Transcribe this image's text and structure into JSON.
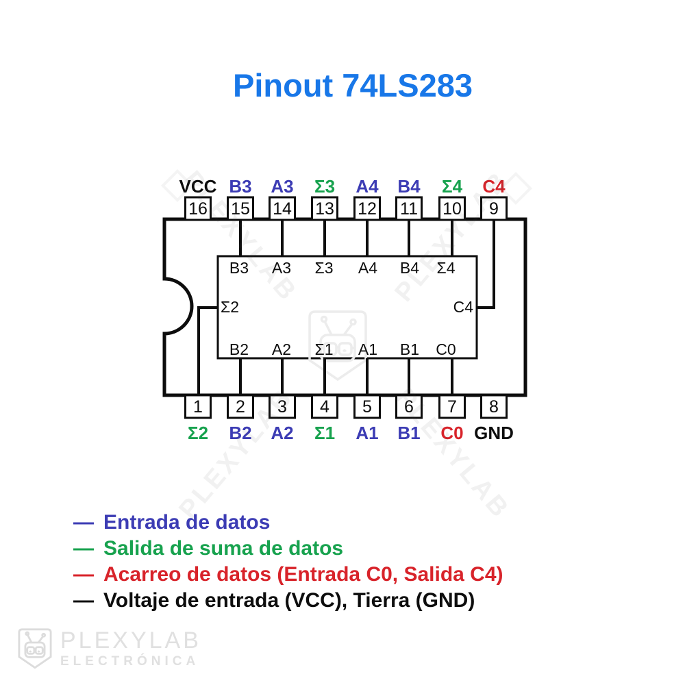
{
  "title": {
    "text": "Pinout 74LS283",
    "css": "color:#1877e8"
  },
  "colors": {
    "title_blue": "#1877e8",
    "input_blue": "#3c3cb4",
    "sum_green": "#17a24e",
    "carry_red": "#d8232a",
    "power_black": "#0d0d0d"
  },
  "chip": {
    "top_pins": [
      {
        "num": "16",
        "label": "VCC",
        "color": "#0d0d0d"
      },
      {
        "num": "15",
        "label": "B3",
        "color": "#3c3cb4"
      },
      {
        "num": "14",
        "label": "A3",
        "color": "#3c3cb4"
      },
      {
        "num": "13",
        "label": "Σ3",
        "color": "#17a24e"
      },
      {
        "num": "12",
        "label": "A4",
        "color": "#3c3cb4"
      },
      {
        "num": "11",
        "label": "B4",
        "color": "#3c3cb4"
      },
      {
        "num": "10",
        "label": "Σ4",
        "color": "#17a24e"
      },
      {
        "num": "9",
        "label": "C4",
        "color": "#d8232a"
      }
    ],
    "bottom_pins": [
      {
        "num": "1",
        "label": "Σ2",
        "color": "#17a24e"
      },
      {
        "num": "2",
        "label": "B2",
        "color": "#3c3cb4"
      },
      {
        "num": "3",
        "label": "A2",
        "color": "#3c3cb4"
      },
      {
        "num": "4",
        "label": "Σ1",
        "color": "#17a24e"
      },
      {
        "num": "5",
        "label": "A1",
        "color": "#3c3cb4"
      },
      {
        "num": "6",
        "label": "B1",
        "color": "#3c3cb4"
      },
      {
        "num": "7",
        "label": "C0",
        "color": "#d8232a"
      },
      {
        "num": "8",
        "label": "GND",
        "color": "#0d0d0d"
      }
    ],
    "inner_top": [
      "B3",
      "A3",
      "Σ3",
      "A4",
      "B4",
      "Σ4"
    ],
    "inner_bottom": [
      "B2",
      "A2",
      "Σ1",
      "A1",
      "B1",
      "C0"
    ],
    "inner_left": "Σ2",
    "inner_right": "C4"
  },
  "legend": [
    {
      "dash": "—",
      "text": "Entrada de datos",
      "css": "color:#3c3cb4"
    },
    {
      "dash": "—",
      "text": "Salida de suma de datos",
      "css": "color:#17a24e"
    },
    {
      "dash": "—",
      "text": "Acarreo de datos (Entrada C0, Salida C4)",
      "css": "color:#d8232a"
    },
    {
      "dash": "—",
      "text": "Voltaje de entrada (VCC), Tierra (GND)",
      "css": "color:#0d0d0d"
    }
  ],
  "watermark": {
    "text": "PLEXYLAB"
  },
  "footer_logo": {
    "line1": "PLEXYLAB",
    "line2": "ELECTRÓNICA",
    "css": "color:#e0e0e0"
  }
}
